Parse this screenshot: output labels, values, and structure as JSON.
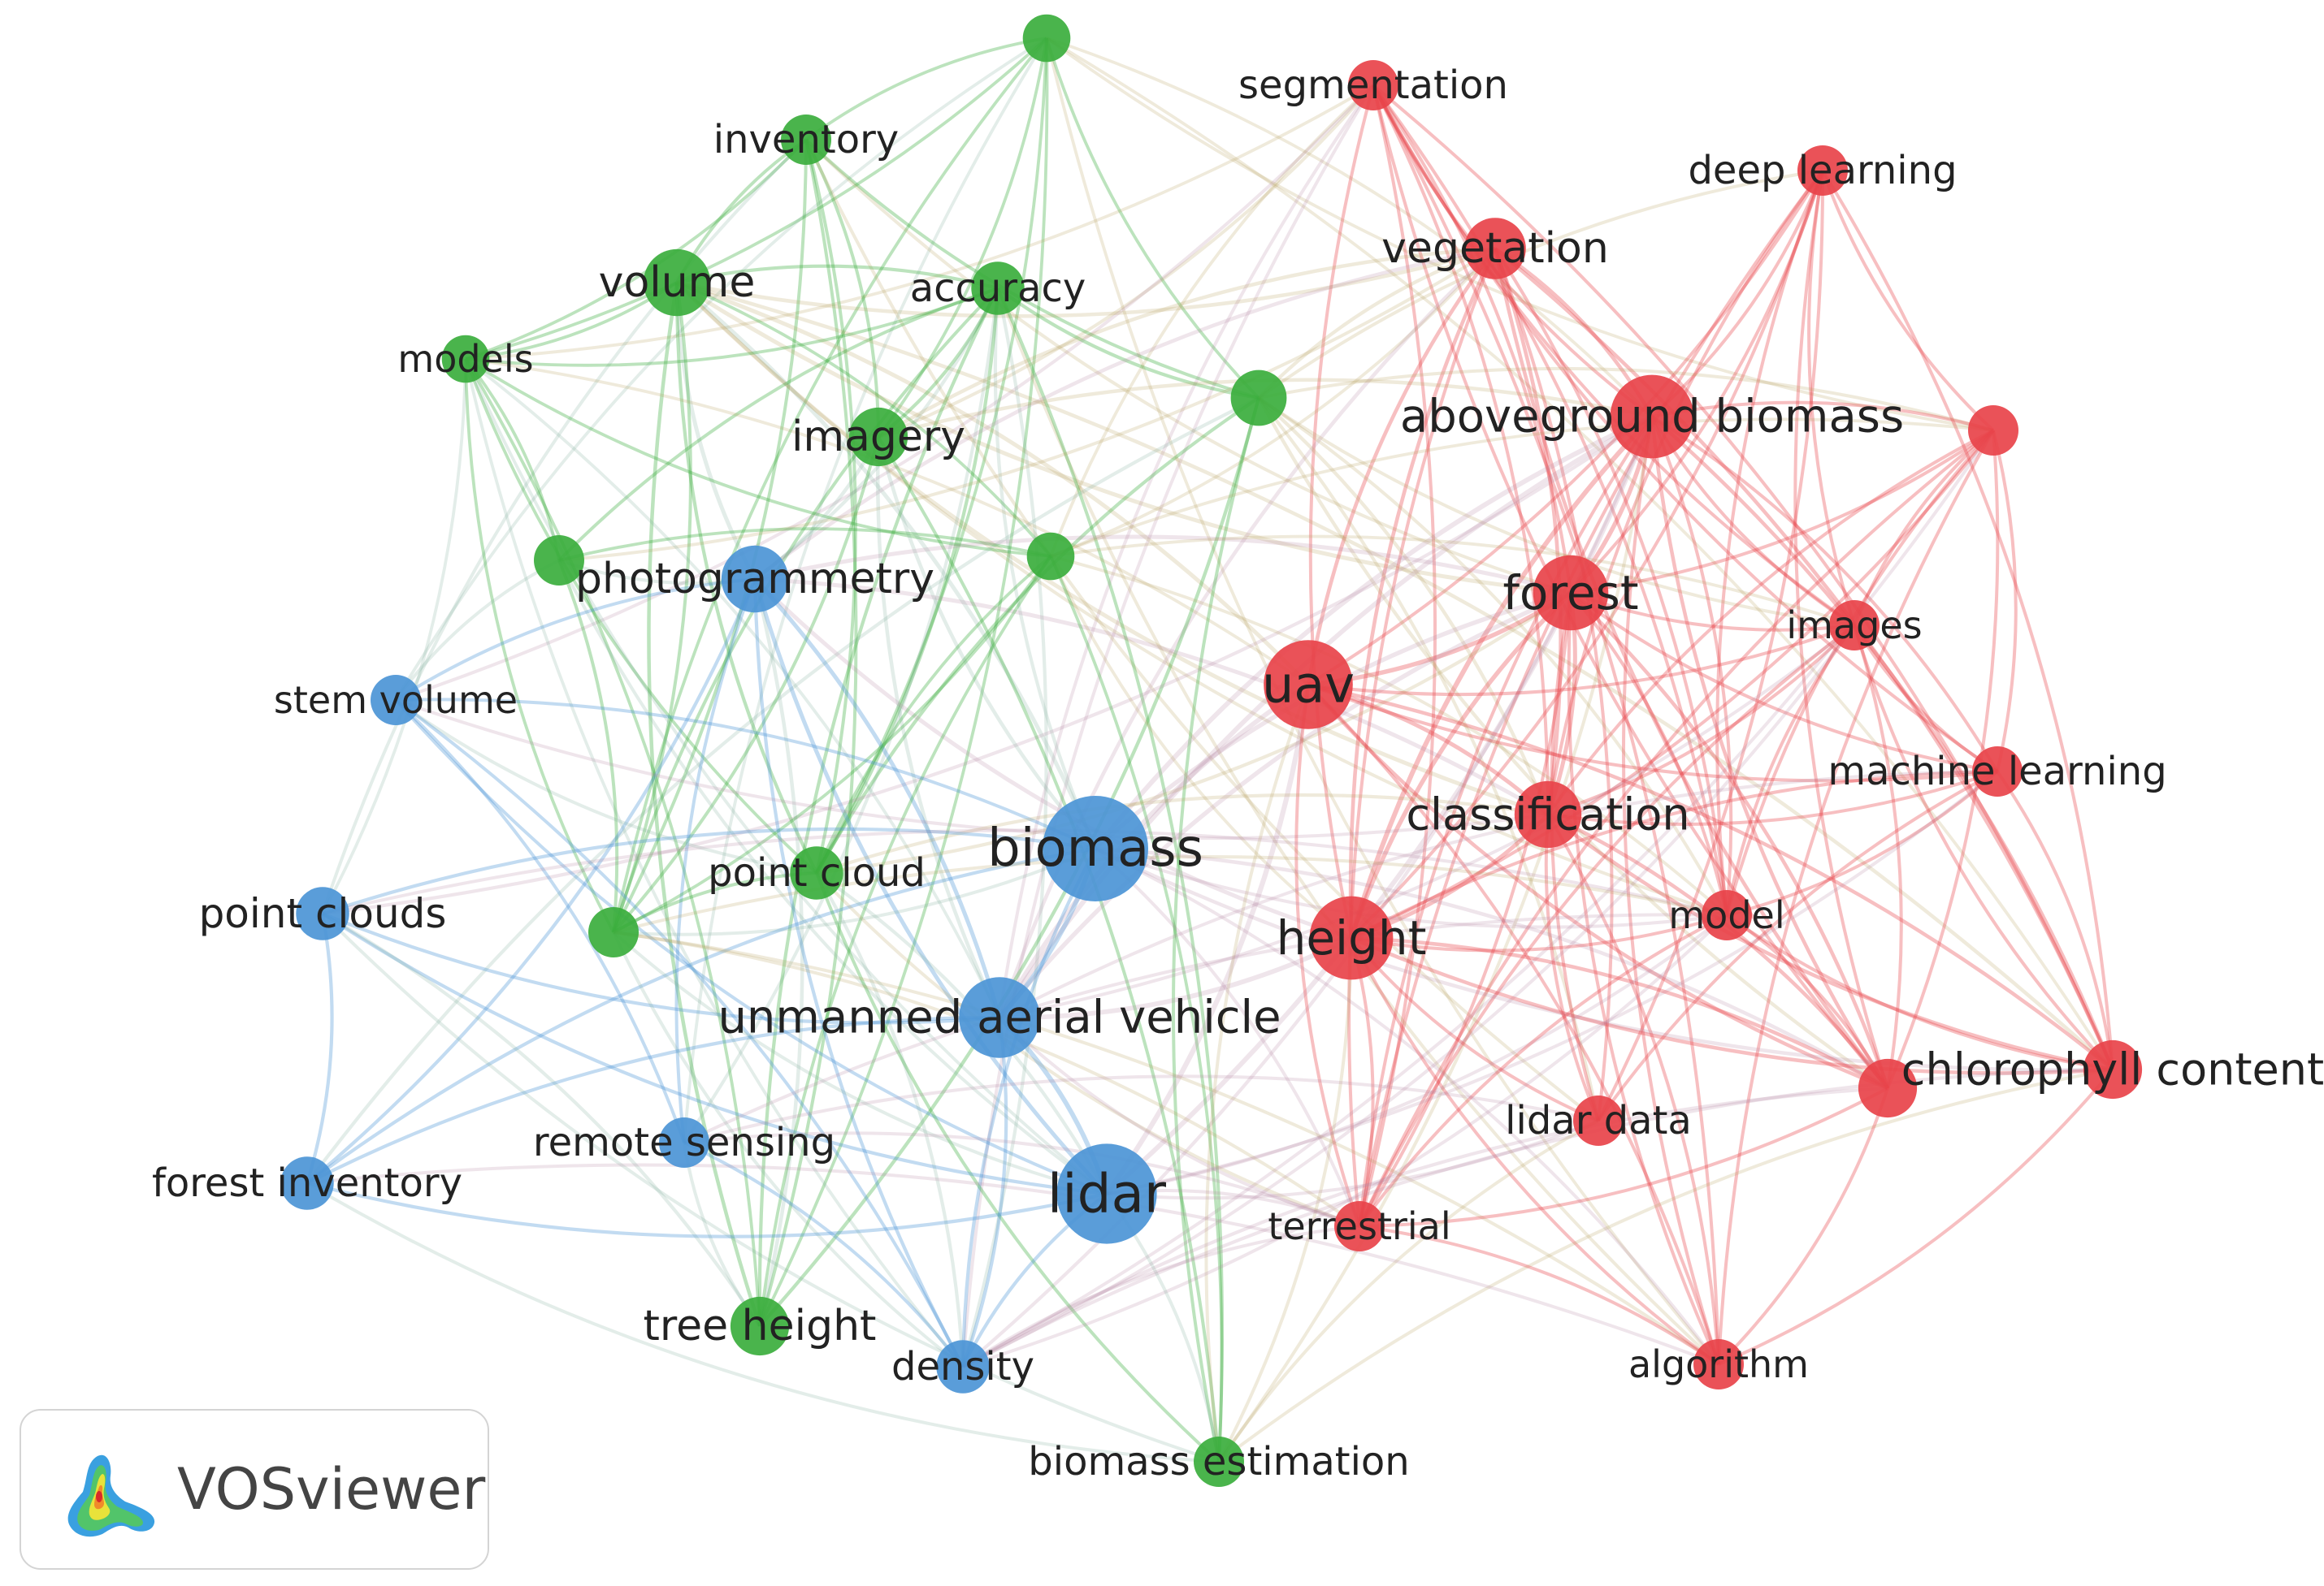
{
  "colors": {
    "red": "#e8434a",
    "green": "#3bae3d",
    "blue": "#4c95d6"
  },
  "nodes": [
    {
      "id": "n_green_top",
      "label": "",
      "cluster": "green",
      "weight": 0.9
    },
    {
      "id": "segmentation",
      "label": "segmentation",
      "cluster": "red",
      "weight": 1.0
    },
    {
      "id": "inventory",
      "label": "inventory",
      "cluster": "green",
      "weight": 1.0
    },
    {
      "id": "deep_learning",
      "label": "deep learning",
      "cluster": "red",
      "weight": 1.0
    },
    {
      "id": "volume",
      "label": "volume",
      "cluster": "green",
      "weight": 1.6
    },
    {
      "id": "accuracy",
      "label": "accuracy",
      "cluster": "green",
      "weight": 1.1
    },
    {
      "id": "vegetation",
      "label": "vegetation",
      "cluster": "red",
      "weight": 1.4
    },
    {
      "id": "models",
      "label": "models",
      "cluster": "green",
      "weight": 0.9
    },
    {
      "id": "n_green_mid",
      "label": "",
      "cluster": "green",
      "weight": 1.2
    },
    {
      "id": "aboveground_biomass",
      "label": "aboveground biomass",
      "cluster": "red",
      "weight": 2.2
    },
    {
      "id": "n_red_right",
      "label": "",
      "cluster": "red",
      "weight": 1.0
    },
    {
      "id": "imagery",
      "label": "imagery",
      "cluster": "green",
      "weight": 1.3
    },
    {
      "id": "n_green_left",
      "label": "",
      "cluster": "green",
      "weight": 1.0
    },
    {
      "id": "photogrammetry",
      "label": "photogrammetry",
      "cluster": "blue",
      "weight": 1.6
    },
    {
      "id": "n_green_center",
      "label": "",
      "cluster": "green",
      "weight": 0.9
    },
    {
      "id": "forest",
      "label": "forest",
      "cluster": "red",
      "weight": 1.9
    },
    {
      "id": "images",
      "label": "images",
      "cluster": "red",
      "weight": 1.0
    },
    {
      "id": "stem_volume",
      "label": "stem volume",
      "cluster": "blue",
      "weight": 1.0
    },
    {
      "id": "uav",
      "label": "uav",
      "cluster": "red",
      "weight": 2.4
    },
    {
      "id": "machine_learning",
      "label": "machine learning",
      "cluster": "red",
      "weight": 1.0
    },
    {
      "id": "classification",
      "label": "classification",
      "cluster": "red",
      "weight": 1.6
    },
    {
      "id": "biomass",
      "label": "biomass",
      "cluster": "blue",
      "weight": 3.0
    },
    {
      "id": "point_cloud",
      "label": "point cloud",
      "cluster": "green",
      "weight": 1.1
    },
    {
      "id": "point_clouds",
      "label": "point clouds",
      "cluster": "blue",
      "weight": 1.1
    },
    {
      "id": "n_green_lower",
      "label": "",
      "cluster": "green",
      "weight": 1.0
    },
    {
      "id": "height",
      "label": "height",
      "cluster": "red",
      "weight": 2.2
    },
    {
      "id": "model",
      "label": "model",
      "cluster": "red",
      "weight": 1.0
    },
    {
      "id": "unmanned_aerial_vehicle",
      "label": "unmanned aerial vehicle",
      "cluster": "blue",
      "weight": 2.1
    },
    {
      "id": "chlorophyll_content",
      "label": "chlorophyll content",
      "cluster": "red",
      "weight": 1.3
    },
    {
      "id": "n_red_cc",
      "label": "",
      "cluster": "red",
      "weight": 1.3
    },
    {
      "id": "lidar_data",
      "label": "lidar data",
      "cluster": "red",
      "weight": 1.0
    },
    {
      "id": "remote_sensing",
      "label": "remote sensing",
      "cluster": "blue",
      "weight": 1.0
    },
    {
      "id": "forest_inventory",
      "label": "forest inventory",
      "cluster": "blue",
      "weight": 1.1
    },
    {
      "id": "lidar",
      "label": "lidar",
      "cluster": "blue",
      "weight": 2.8
    },
    {
      "id": "terrestrial",
      "label": "terrestrial",
      "cluster": "red",
      "weight": 1.0
    },
    {
      "id": "tree_height",
      "label": "tree height",
      "cluster": "green",
      "weight": 1.3
    },
    {
      "id": "density",
      "label": "density",
      "cluster": "blue",
      "weight": 1.1
    },
    {
      "id": "algorithm",
      "label": "algorithm",
      "cluster": "red",
      "weight": 1.0
    },
    {
      "id": "biomass_estimation",
      "label": "biomass estimation",
      "cluster": "green",
      "weight": 1.0
    }
  ],
  "branding": {
    "name": "VOSviewer",
    "logo_icon": "vosviewer-density-logo-icon"
  }
}
